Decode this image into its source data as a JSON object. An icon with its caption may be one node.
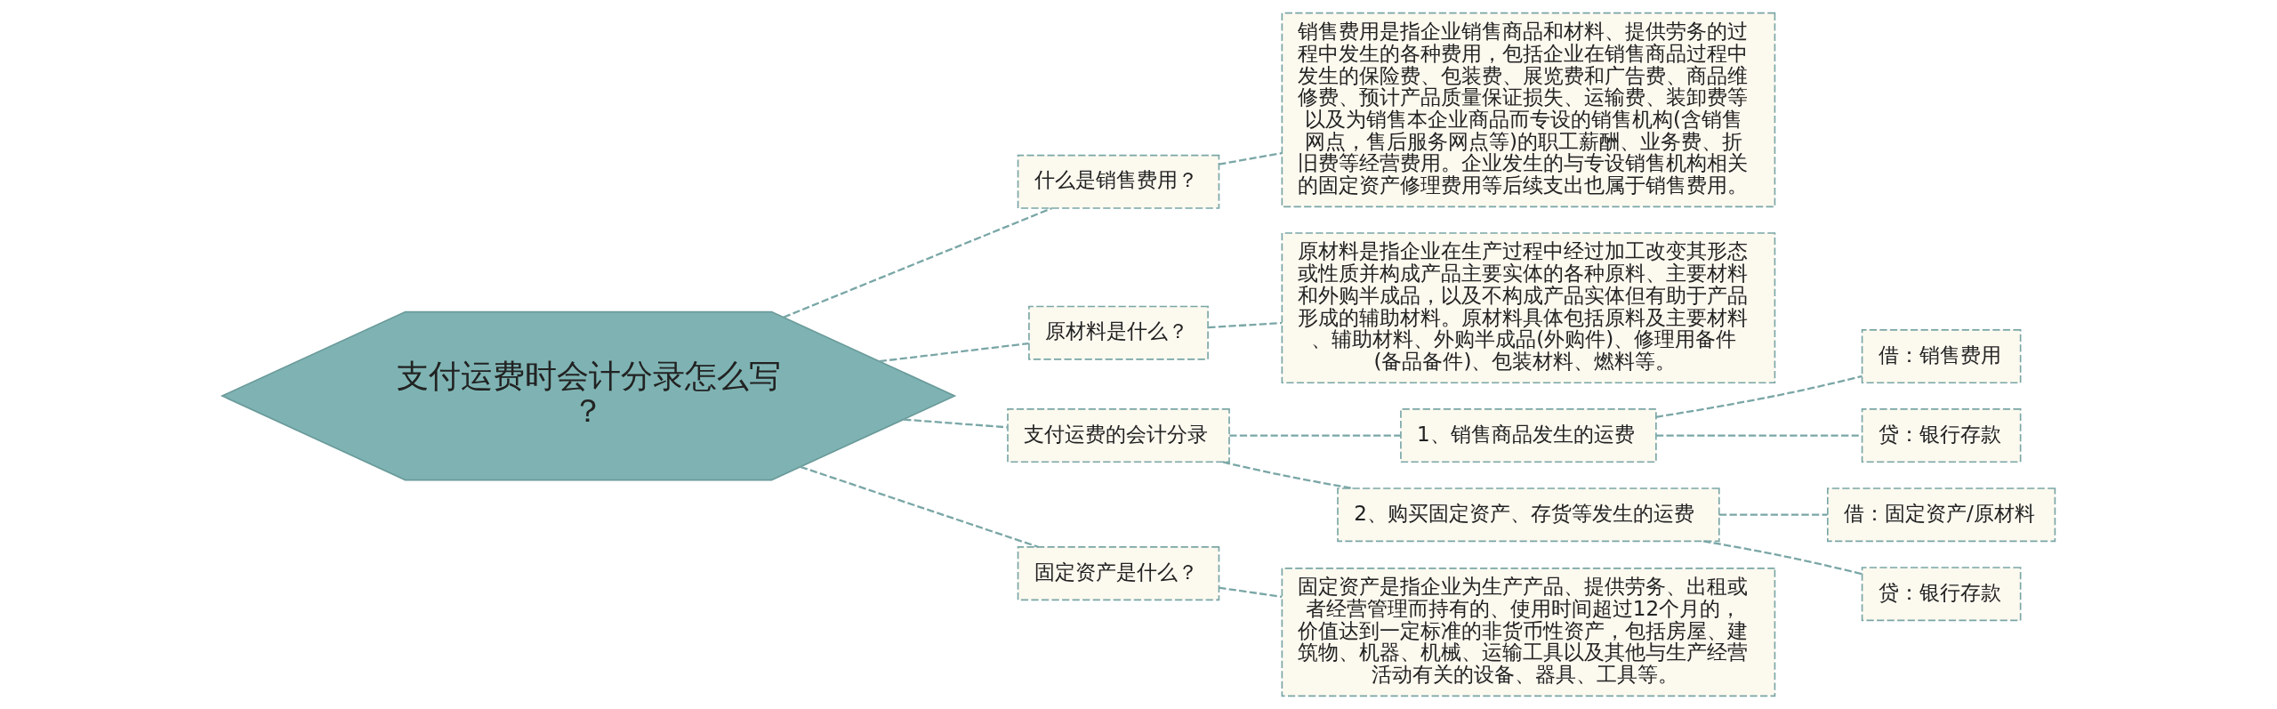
{
  "diagram": {
    "nodes": [
      {
        "text": [
          "支付运费时会计分录怎么写？"
        ]
      },
      {
        "text": [
          "什么是销售费用？"
        ]
      },
      {
        "text": [
          "销售费用是指企业销售商品和材料、提供劳务的过程中发生的各种费用，包括企业在销售商品过程中发生的保险费、包装费、展览费和广告费、商品维修费、预计产品质量保证损失、运输费、装卸费等以及为销售本企业商品而专设的销售机构(含销售网点，售后服务网点等)的职工薪酬、业务费、折旧费等经营费用。企业发生的与专设销售机构相关的固定资产修理费用等后续支出也属于销售费用。"
        ]
      },
      {
        "text": [
          "原材料是什么？"
        ]
      },
      {
        "text": [
          "原材料是指企业在生产过程中经过加工改变其形态或性质并构成产品主要实体的各种原料、主要材料和外购半成品，以及不构成产品实体但有助于产品形成的辅助材料。原材料具体包括原料及主要材料、辅助材料、外购半成品(外购件)、修理用备件(备品备件)、包装材料、燃料等。"
        ]
      },
      {
        "text": [
          "支付运费的会计分录"
        ]
      },
      {
        "text": [
          "1、销售商品发生的运费"
        ]
      },
      {
        "text": [
          "借：销售费用"
        ]
      },
      {
        "text": [
          "贷：银行存款"
        ]
      },
      {
        "text": [
          "2、购买固定资产、存货等发生的运费"
        ]
      },
      {
        "text": [
          "借：固定资产/原材料"
        ]
      },
      {
        "text": [
          "贷：银行存款"
        ]
      },
      {
        "text": [
          "固定资产是什么？"
        ]
      },
      {
        "text": [
          "固定资产是指企业为生产产品、提供劳务、出租或者经营管理而持有的、使用时间超过12个月的，价值达到一定标准的非货币性资产，包括房屋、建筑物、机器、机械、运输工具以及其他与生产经营活动有关的设备、器具、工具等。"
        ]
      }
    ],
    "edges": [
      {
        "from": 0,
        "to": 1,
        "arrow": "none",
        "style": "dashed"
      },
      {
        "from": 1,
        "to": 2,
        "arrow": "none",
        "style": "dashed"
      },
      {
        "from": 0,
        "to": 3,
        "arrow": "none",
        "style": "dashed"
      },
      {
        "from": 3,
        "to": 4,
        "arrow": "none",
        "style": "dashed"
      },
      {
        "from": 0,
        "to": 5,
        "arrow": "none",
        "style": "dashed"
      },
      {
        "from": 5,
        "to": 6,
        "arrow": "none",
        "style": "dashed"
      },
      {
        "from": 6,
        "to": 7,
        "arrow": "none",
        "style": "dashed"
      },
      {
        "from": 6,
        "to": 8,
        "arrow": "none",
        "style": "dashed"
      },
      {
        "from": 5,
        "to": 9,
        "arrow": "none",
        "style": "dashed"
      },
      {
        "from": 9,
        "to": 10,
        "arrow": "none",
        "style": "dashed"
      },
      {
        "from": 9,
        "to": 11,
        "arrow": "none",
        "style": "dashed"
      },
      {
        "from": 0,
        "to": 12,
        "arrow": "none",
        "style": "dashed"
      },
      {
        "from": 12,
        "to": 13,
        "arrow": "none",
        "style": "dashed"
      }
    ]
  }
}
